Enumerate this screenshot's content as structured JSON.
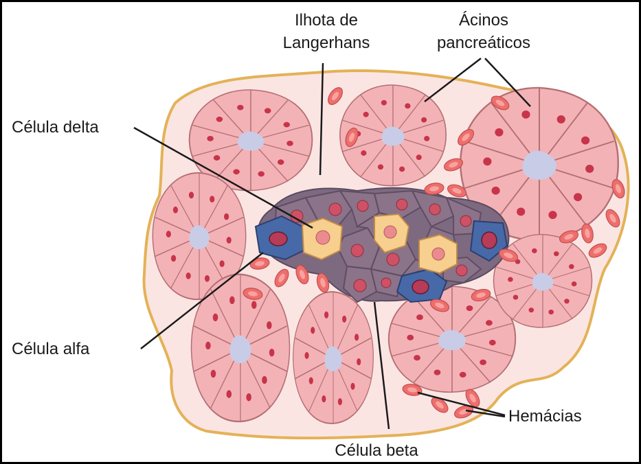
{
  "labels": {
    "ilhota_line1": "Ilhota de",
    "ilhota_line2": "Langerhans",
    "acinos_line1": "Ácinos",
    "acinos_line2": "pancreáticos",
    "delta": "Célula delta",
    "alfa": "Célula alfa",
    "beta": "Célula beta",
    "hemacias": "Hemácias"
  },
  "colors": {
    "acinar_cell": "#f3b3b6",
    "acinar_border": "#b46f74",
    "nucleus": "#c8344a",
    "lumen": "#c9cce6",
    "capsule": "#e3b257",
    "tissue": "#fbe5e3",
    "islet_cell": "#8b7389",
    "alpha_cell": "#4769a8",
    "delta_cell": "#f7cf8e",
    "beta_nucleus": "#cf5165",
    "rbc": "#ee6e6c"
  },
  "icons": [
    "acinus-icon",
    "islet-icon",
    "red-blood-cell-icon"
  ]
}
